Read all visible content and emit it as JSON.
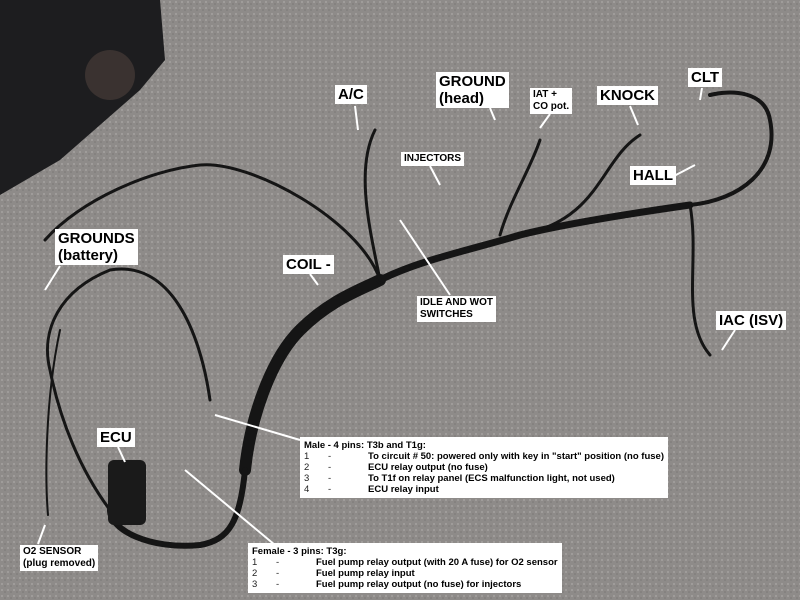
{
  "labels": {
    "ac": "A/C",
    "ground_head_1": "GROUND",
    "ground_head_2": "(head)",
    "iat_1": "IAT +",
    "iat_2": "CO pot.",
    "knock": "KNOCK",
    "clt": "CLT",
    "injectors": "INJECTORS",
    "hall": "HALL",
    "grounds_1": "GROUNDS",
    "grounds_2": "(battery)",
    "coil": "COIL -",
    "idle_1": "IDLE AND WOT",
    "idle_2": "SWITCHES",
    "iac": "IAC (ISV)",
    "ecu": "ECU",
    "o2_1": "O2 SENSOR",
    "o2_2": "(plug removed)"
  },
  "male": {
    "title": "Male - 4 pins: T3b and T1g:",
    "rows": [
      {
        "n": "1",
        "d": "-",
        "t": "To circuit # 50: powered only with key in \"start\" position (no fuse)"
      },
      {
        "n": "2",
        "d": "-",
        "t": "ECU relay output (no fuse)"
      },
      {
        "n": "3",
        "d": "-",
        "t": "To T1f on relay panel (ECS malfunction light, not used)"
      },
      {
        "n": "4",
        "d": "-",
        "t": "ECU relay input"
      }
    ]
  },
  "female": {
    "title": "Female - 3 pins: T3g:",
    "rows": [
      {
        "n": "1",
        "d": "-",
        "t": "Fuel pump relay output (with 20 A fuse) for O2 sensor"
      },
      {
        "n": "2",
        "d": "-",
        "t": "Fuel pump relay input"
      },
      {
        "n": "3",
        "d": "-",
        "t": "Fuel pump relay output (no fuse) for injectors"
      }
    ]
  }
}
